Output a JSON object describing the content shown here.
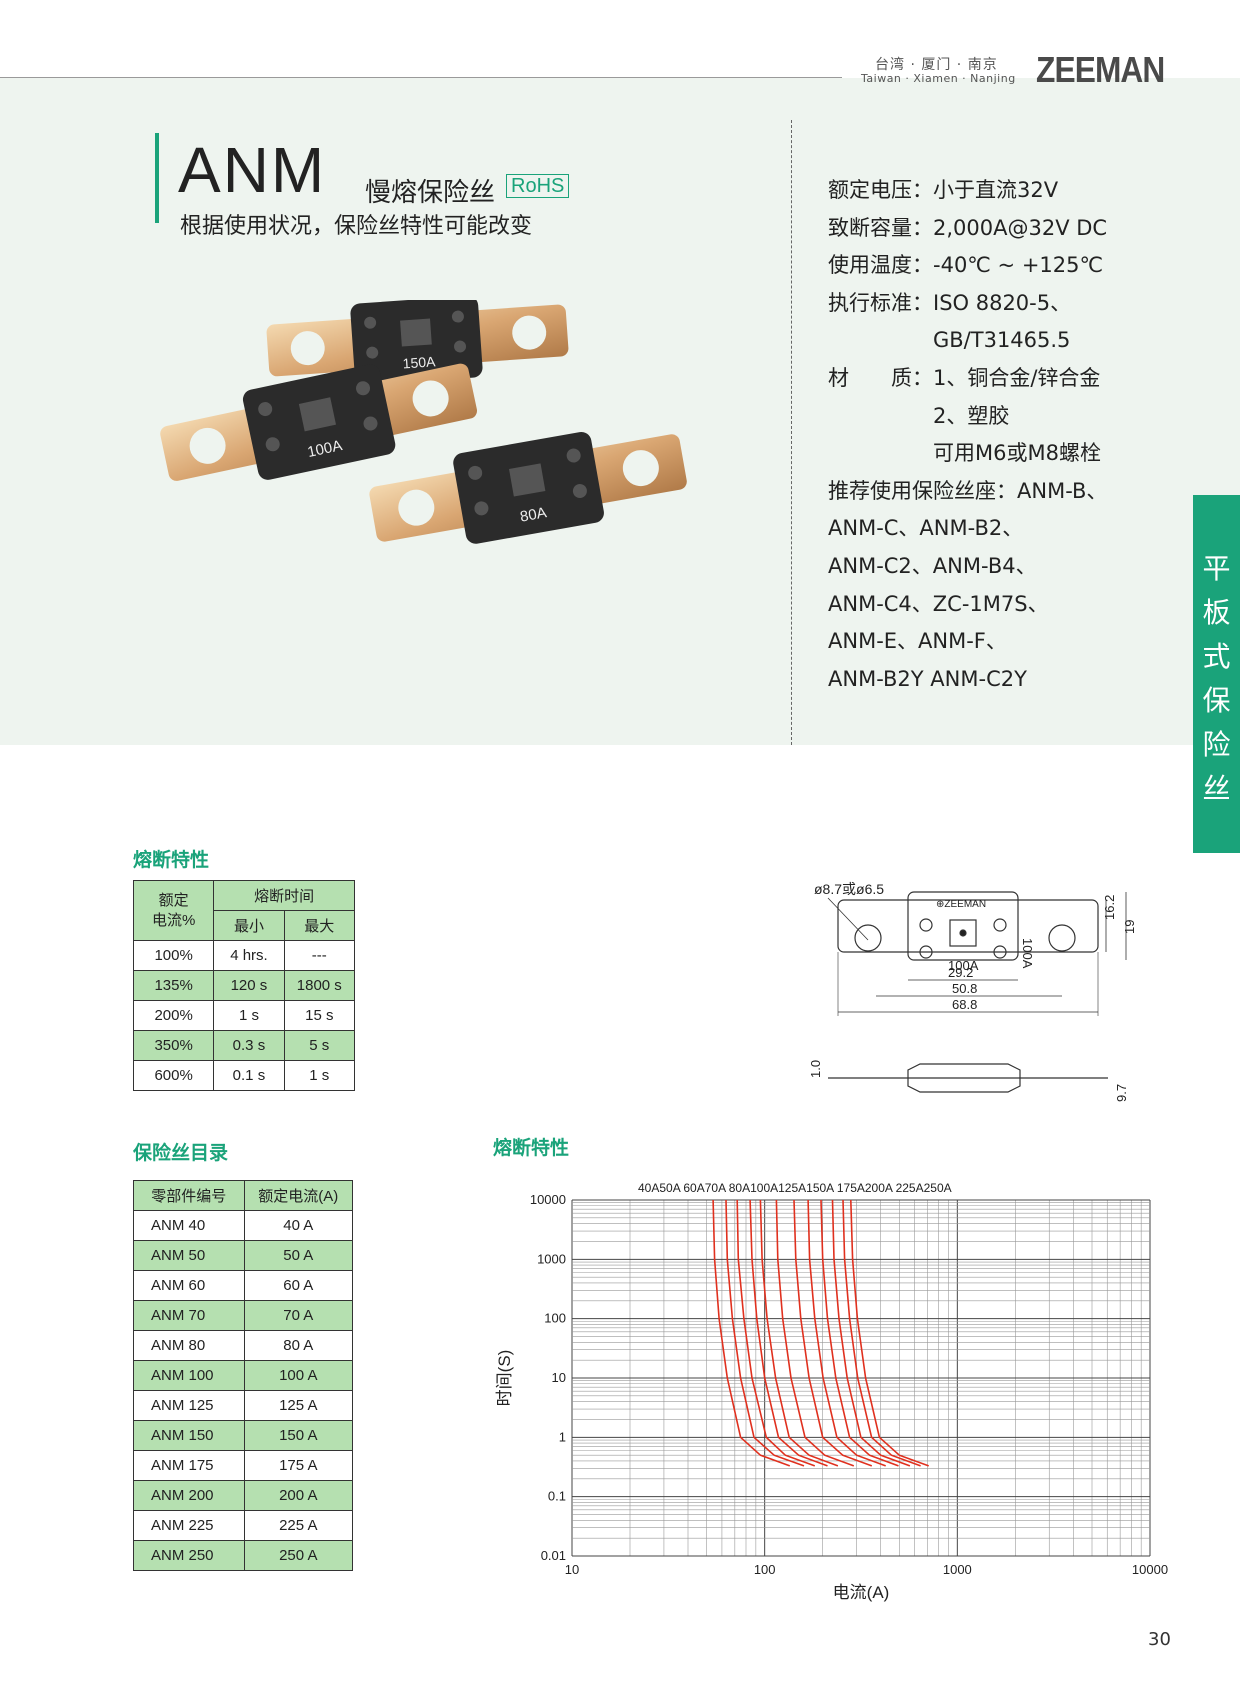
{
  "header": {
    "cities_cn": "台湾 · 厦门 · 南京",
    "cities_en": "Taiwan · Xiamen · Nanjing",
    "logo_text": "ZEEMAN"
  },
  "product": {
    "title": "ANM",
    "subtitle": "慢熔保险丝",
    "badge": "RoHS",
    "note": "根据使用状况，保险丝特性可能改变"
  },
  "photo_labels": [
    "150A",
    "100A",
    "80A"
  ],
  "specs": [
    "额定电压：小于直流32V",
    "致断容量：2,000A@32V DC",
    "使用温度：-40℃ ~ +125℃",
    "执行标准：ISO 8820-5、",
    "　　　　　GB/T31465.5",
    "材　　质：1、铜合金/锌合金",
    "　　　　　2、塑胶",
    "　　　　　可用M6或M8螺栓",
    "推荐使用保险丝座：ANM-B、",
    "ANM-C、ANM-B2、",
    "ANM-C2、ANM-B4、",
    "ANM-C4、ZC-1M7S、",
    "ANM-E、ANM-F、",
    "ANM-B2Y  ANM-C2Y"
  ],
  "side_tab": [
    "平",
    "板",
    "式",
    "保",
    "险",
    "丝"
  ],
  "fuse_char": {
    "heading": "熔断特性",
    "col_rated": "额定\n电流%",
    "col_time": "熔断时间",
    "col_min": "最小",
    "col_max": "最大",
    "rows": [
      {
        "rate": "100%",
        "min": "4 hrs.",
        "max": "---"
      },
      {
        "rate": "135%",
        "min": "120 s",
        "max": "1800 s"
      },
      {
        "rate": "200%",
        "min": "1 s",
        "max": "15 s"
      },
      {
        "rate": "350%",
        "min": "0.3 s",
        "max": "5 s"
      },
      {
        "rate": "600%",
        "min": "0.1 s",
        "max": "1 s"
      }
    ]
  },
  "catalog": {
    "heading": "保险丝目录",
    "col_part": "零部件编号",
    "col_current": "额定电流(A)",
    "rows": [
      {
        "part": "ANM 40",
        "current": "40 A"
      },
      {
        "part": "ANM 50",
        "current": "50 A"
      },
      {
        "part": "ANM 60",
        "current": "60 A"
      },
      {
        "part": "ANM 70",
        "current": "70 A"
      },
      {
        "part": "ANM 80",
        "current": "80 A"
      },
      {
        "part": "ANM 100",
        "current": "100 A"
      },
      {
        "part": "ANM 125",
        "current": "125 A"
      },
      {
        "part": "ANM 150",
        "current": "150 A"
      },
      {
        "part": "ANM 175",
        "current": "175 A"
      },
      {
        "part": "ANM 200",
        "current": "200 A"
      },
      {
        "part": "ANM 225",
        "current": "225 A"
      },
      {
        "part": "ANM 250",
        "current": "250 A"
      }
    ]
  },
  "drawing": {
    "hole_label": "ø8.7或ø6.5",
    "fuse_label": "100A",
    "dims": [
      "29.2",
      "50.8",
      "68.8",
      "16.2",
      "19",
      "1.0",
      "9.7"
    ]
  },
  "curve_heading": "熔断特性",
  "chart_data": {
    "type": "line",
    "xscale": "log",
    "yscale": "log",
    "xlim": [
      10,
      10000
    ],
    "ylim": [
      0.01,
      10000
    ],
    "xticks": [
      "10",
      "100",
      "1000",
      "10000"
    ],
    "yticks": [
      "10000",
      "1000",
      "100",
      "10",
      "1",
      "0.1",
      "0.01"
    ],
    "xlabel": "电流(A)",
    "ylabel": "时间(S)",
    "series_label_text": "40A50A 60A70A 80A100A125A150A 175A200A 225A250A",
    "line_color": "#e0301e",
    "series": [
      {
        "name": "40A",
        "x": [
          54,
          55,
          58,
          64,
          75,
          95,
          135
        ],
        "y": [
          10000,
          1000,
          100,
          10,
          1,
          0.5,
          0.33
        ]
      },
      {
        "name": "50A",
        "x": [
          63,
          64,
          68,
          75,
          88,
          112,
          160
        ],
        "y": [
          10000,
          1000,
          100,
          10,
          1,
          0.5,
          0.33
        ]
      },
      {
        "name": "60A",
        "x": [
          72,
          73,
          78,
          86,
          102,
          128,
          182
        ],
        "y": [
          10000,
          1000,
          100,
          10,
          1,
          0.5,
          0.33
        ]
      },
      {
        "name": "70A",
        "x": [
          84,
          86,
          91,
          100,
          118,
          150,
          212
        ],
        "y": [
          10000,
          1000,
          100,
          10,
          1,
          0.5,
          0.33
        ]
      },
      {
        "name": "80A",
        "x": [
          95,
          97,
          103,
          114,
          134,
          170,
          240
        ],
        "y": [
          10000,
          1000,
          100,
          10,
          1,
          0.5,
          0.33
        ]
      },
      {
        "name": "100A",
        "x": [
          115,
          117,
          124,
          137,
          162,
          205,
          290
        ],
        "y": [
          10000,
          1000,
          100,
          10,
          1,
          0.5,
          0.33
        ]
      },
      {
        "name": "125A",
        "x": [
          142,
          145,
          154,
          170,
          200,
          254,
          360
        ],
        "y": [
          10000,
          1000,
          100,
          10,
          1,
          0.5,
          0.33
        ]
      },
      {
        "name": "150A",
        "x": [
          168,
          171,
          182,
          201,
          237,
          300,
          425
        ],
        "y": [
          10000,
          1000,
          100,
          10,
          1,
          0.5,
          0.33
        ]
      },
      {
        "name": "175A",
        "x": [
          196,
          200,
          212,
          234,
          276,
          350,
          495
        ],
        "y": [
          10000,
          1000,
          100,
          10,
          1,
          0.5,
          0.33
        ]
      },
      {
        "name": "200A",
        "x": [
          225,
          229,
          243,
          268,
          316,
          400,
          567
        ],
        "y": [
          10000,
          1000,
          100,
          10,
          1,
          0.5,
          0.33
        ]
      },
      {
        "name": "225A",
        "x": [
          255,
          260,
          276,
          304,
          359,
          455,
          645
        ],
        "y": [
          10000,
          1000,
          100,
          10,
          1,
          0.5,
          0.33
        ]
      },
      {
        "name": "250A",
        "x": [
          280,
          286,
          303,
          334,
          394,
          500,
          710
        ],
        "y": [
          10000,
          1000,
          100,
          10,
          1,
          0.5,
          0.33
        ]
      }
    ]
  },
  "page_number": "30"
}
